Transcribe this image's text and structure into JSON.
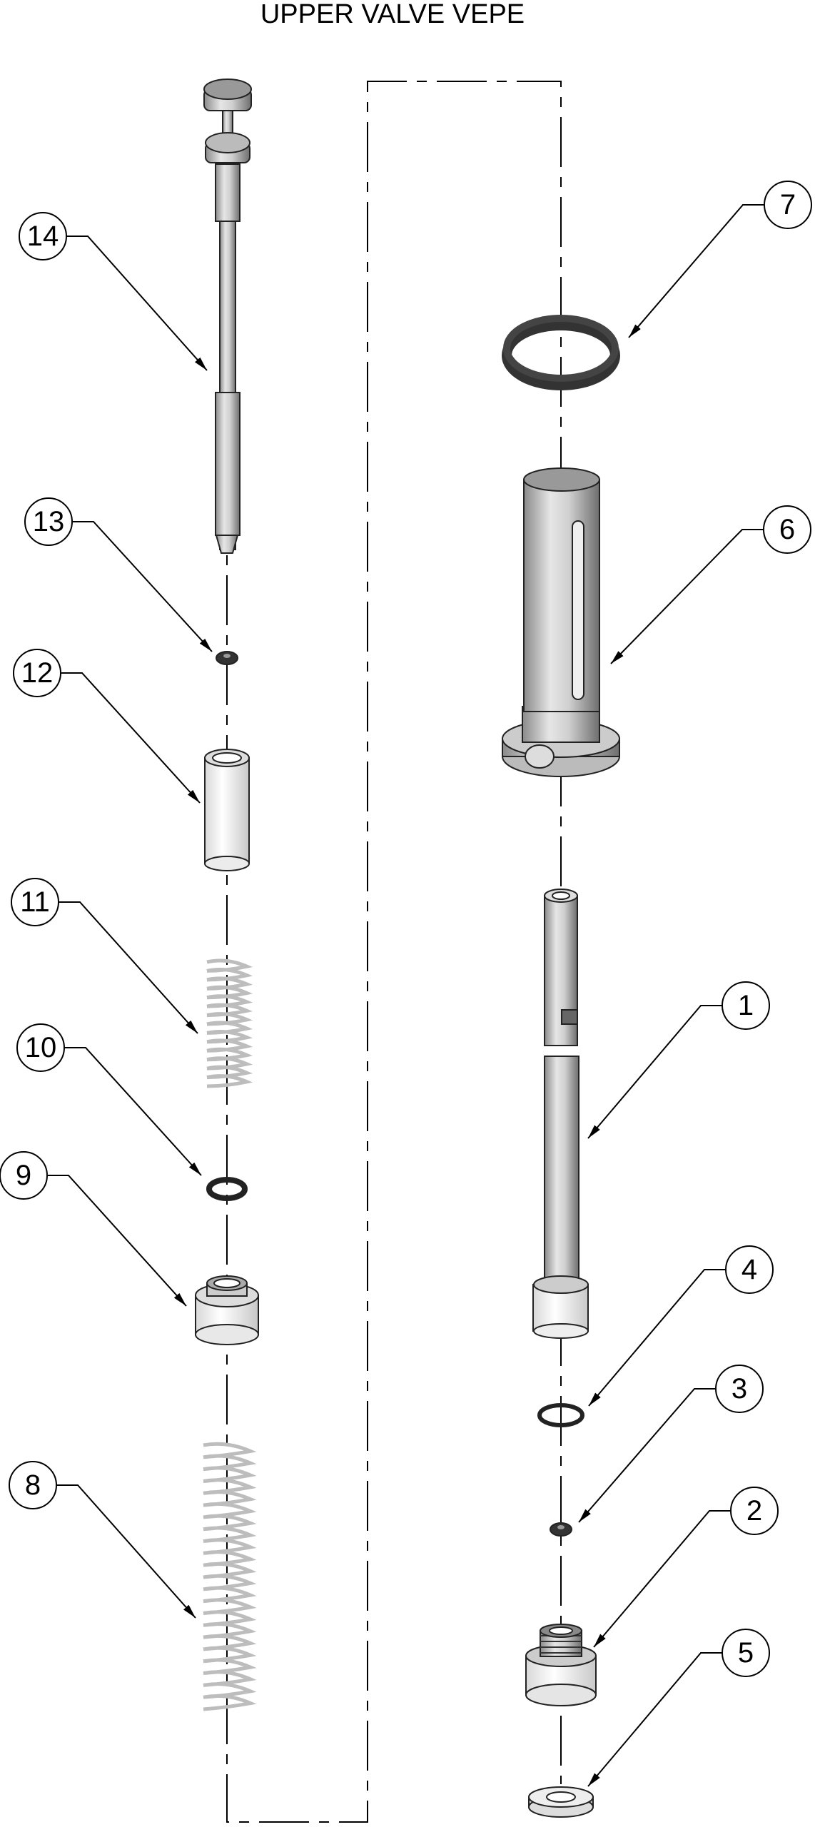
{
  "title": "UPPER VALVE VEPE",
  "parts": [
    {
      "number": "1"
    },
    {
      "number": "2"
    },
    {
      "number": "3"
    },
    {
      "number": "4"
    },
    {
      "number": "5"
    },
    {
      "number": "6"
    },
    {
      "number": "7"
    },
    {
      "number": "8"
    },
    {
      "number": "9"
    },
    {
      "number": "10"
    },
    {
      "number": "11"
    },
    {
      "number": "12"
    },
    {
      "number": "13"
    },
    {
      "number": "14"
    }
  ]
}
